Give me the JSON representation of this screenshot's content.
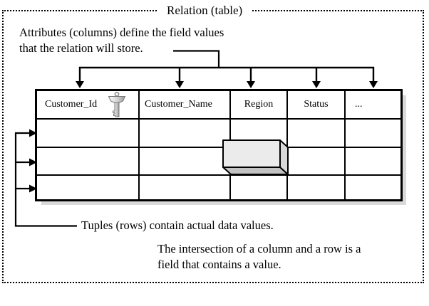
{
  "diagram": {
    "title": "Relation (table)",
    "notes": {
      "attributes_line1": "Attributes (columns) define the field values",
      "attributes_line2": "that the relation will store.",
      "tuples": "Tuples (rows) contain actual data values.",
      "intersection_line1": "The intersection of a column and a row is a",
      "intersection_line2": "field that contains a value."
    },
    "table": {
      "columns": [
        "Customer_Id",
        "Customer_Name",
        "Region",
        "Status",
        "..."
      ],
      "row_count": 3,
      "key_icon": "primary-key-icon"
    },
    "colors": {
      "line": "#000000",
      "box_front": "#ebebeb",
      "box_side": "#d8d8d8",
      "box_bottom": "#c2c2c2",
      "table_shadow": "#d9d9d9"
    }
  }
}
